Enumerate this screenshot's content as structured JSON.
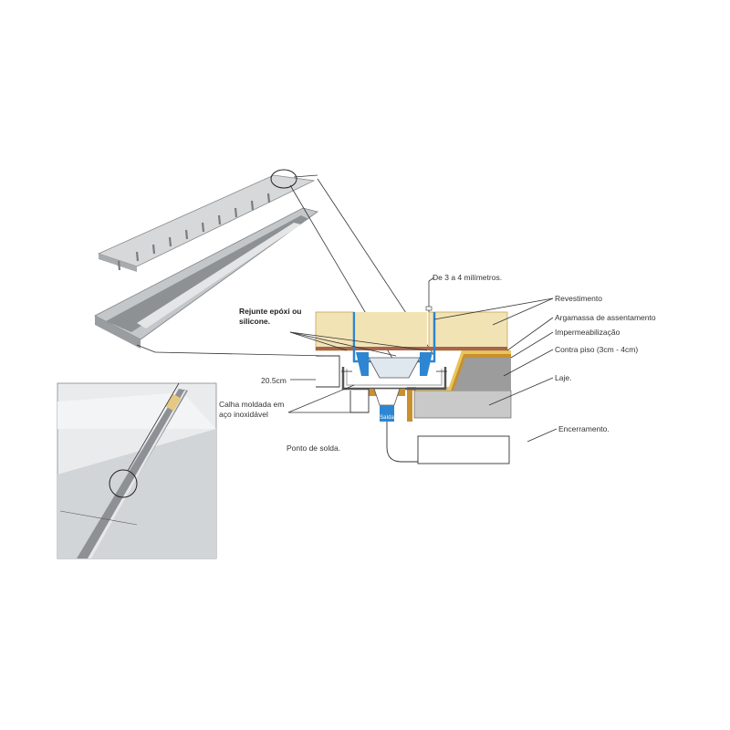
{
  "colors": {
    "tile": "#f2e3b5",
    "mortar": "#e8c65a",
    "waterproofing": "#c8902f",
    "screed": "#9c9c9c",
    "slab": "#c9c9c9",
    "drain_blue": "#2d86d1",
    "steel": "#b9bcbf"
  },
  "labels": {
    "gap": "De 3 a 4 milímetros.",
    "revestimento": "Revestimento",
    "argamassa": "Argamassa de assentamento",
    "impermeabilizacao": "Impermeabilização",
    "contrapiso": "Contra piso (3cm - 4cm)",
    "laje": "Laje.",
    "forro": "Encerramento.",
    "rejunte": "Rejunte epóxi ou silicone.",
    "medida": "20.5cm",
    "calha": "Calha moldada em aço inoxidável",
    "ponto": "Ponto de solda.",
    "saida": "Saída"
  }
}
